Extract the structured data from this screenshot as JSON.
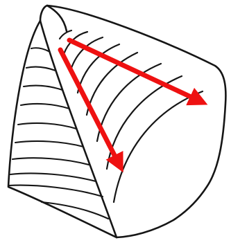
{
  "figure": {
    "subject": "wood-grain-sector",
    "colors": {
      "ink": "#161616",
      "paper": "#ffffff",
      "arrow": "#ee1111"
    },
    "growth_ring_count": 8,
    "end_grain_line_count": 10,
    "arrows": [
      {
        "name": "radial-direction-arrow"
      },
      {
        "name": "tangential-direction-arrow"
      }
    ]
  }
}
